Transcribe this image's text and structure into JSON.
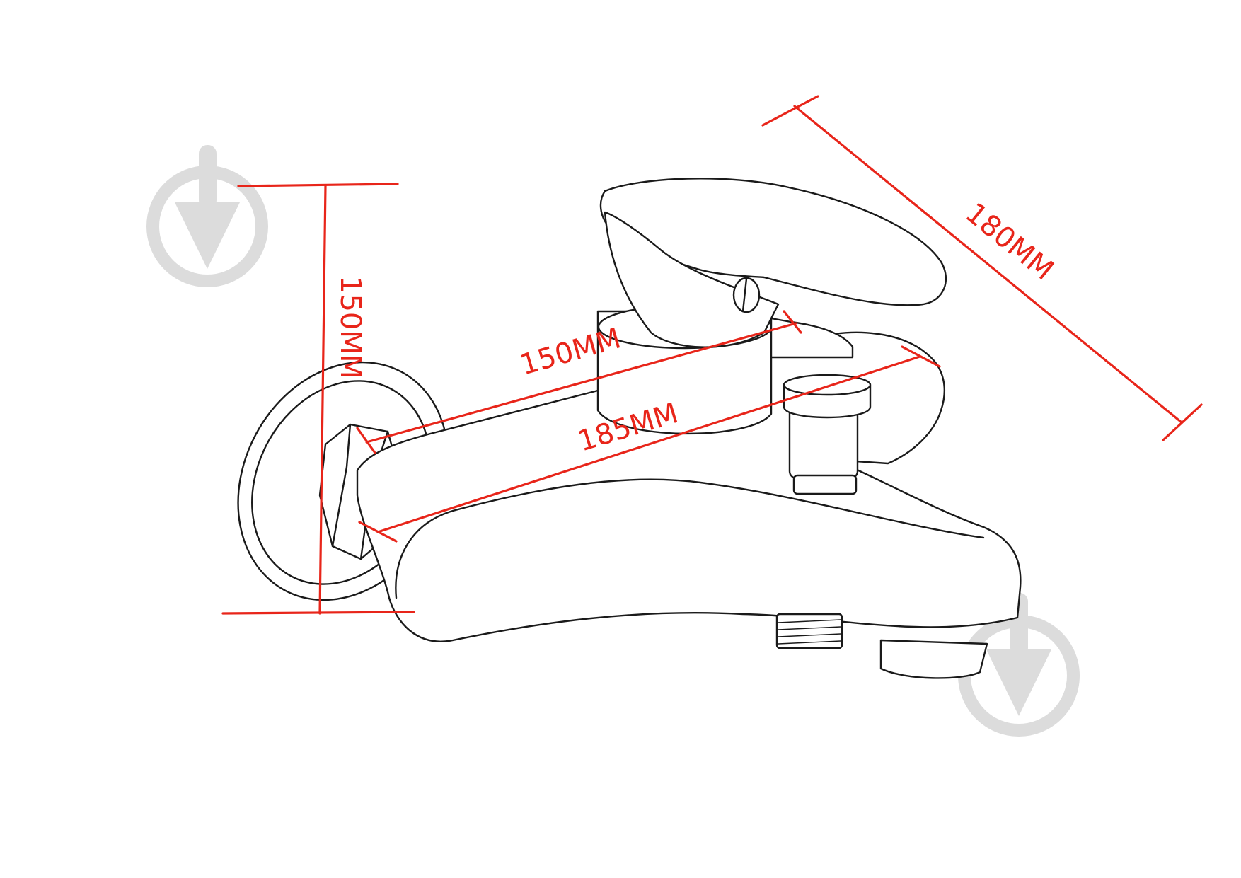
{
  "colors": {
    "dimension_line": "#e8251a",
    "outline": "#1a1a1a",
    "watermark": "#dcdcdc",
    "background": "#ffffff"
  },
  "watermark_icon": "circle-down-arrow-icon",
  "dimensions": {
    "height_label": "150MM",
    "handle_length_label": "180MM",
    "body_length_label": "150MM",
    "spout_length_label": "185MM"
  }
}
